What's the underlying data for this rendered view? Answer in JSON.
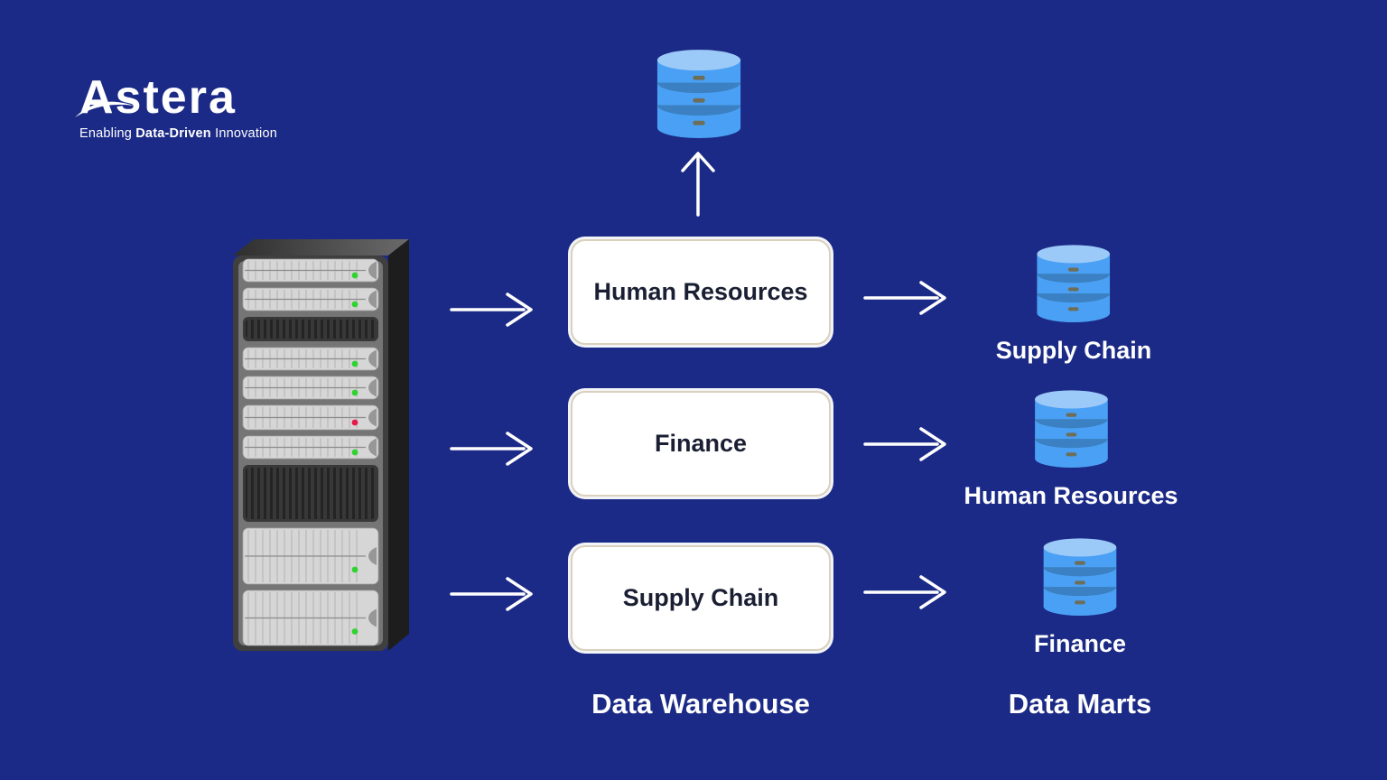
{
  "logo": {
    "name": "Astera",
    "tagline_prefix": "Enabling ",
    "tagline_bold": "Data-Driven",
    "tagline_suffix": " Innovation"
  },
  "warehouse": {
    "caption": "Data Warehouse",
    "boxes": [
      {
        "label": "Human Resources"
      },
      {
        "label": "Finance"
      },
      {
        "label": "Supply Chain"
      }
    ]
  },
  "marts": {
    "caption": "Data Marts",
    "items": [
      {
        "label": "Supply Chain"
      },
      {
        "label": "Human Resources"
      },
      {
        "label": "Finance"
      }
    ]
  },
  "colors": {
    "background": "#1b2a86",
    "box_background": "#ffffff",
    "box_border": "#d9d0bd",
    "box_text": "#1a1f33",
    "arrow": "#ffffff",
    "db_body": "#4aa0f4",
    "db_top": "#9bc9f8",
    "db_band": "#3a80c2",
    "db_dash": "#6e6e58",
    "led_green": "#2fd32f",
    "led_red": "#e6194b"
  },
  "server": {
    "slots": [
      {
        "type": "drive",
        "led": "green",
        "h": 25
      },
      {
        "type": "drive",
        "led": "green",
        "h": 25
      },
      {
        "type": "vent",
        "h": 27
      },
      {
        "type": "drive",
        "led": "green",
        "h": 25
      },
      {
        "type": "drive",
        "led": "green",
        "h": 25
      },
      {
        "type": "drive",
        "led": "red",
        "h": 27
      },
      {
        "type": "drive",
        "led": "green",
        "h": 25
      },
      {
        "type": "vent",
        "h": 63
      },
      {
        "type": "drive",
        "led": "green",
        "h": 62
      },
      {
        "type": "drive",
        "led": "green",
        "h": 61
      }
    ]
  }
}
